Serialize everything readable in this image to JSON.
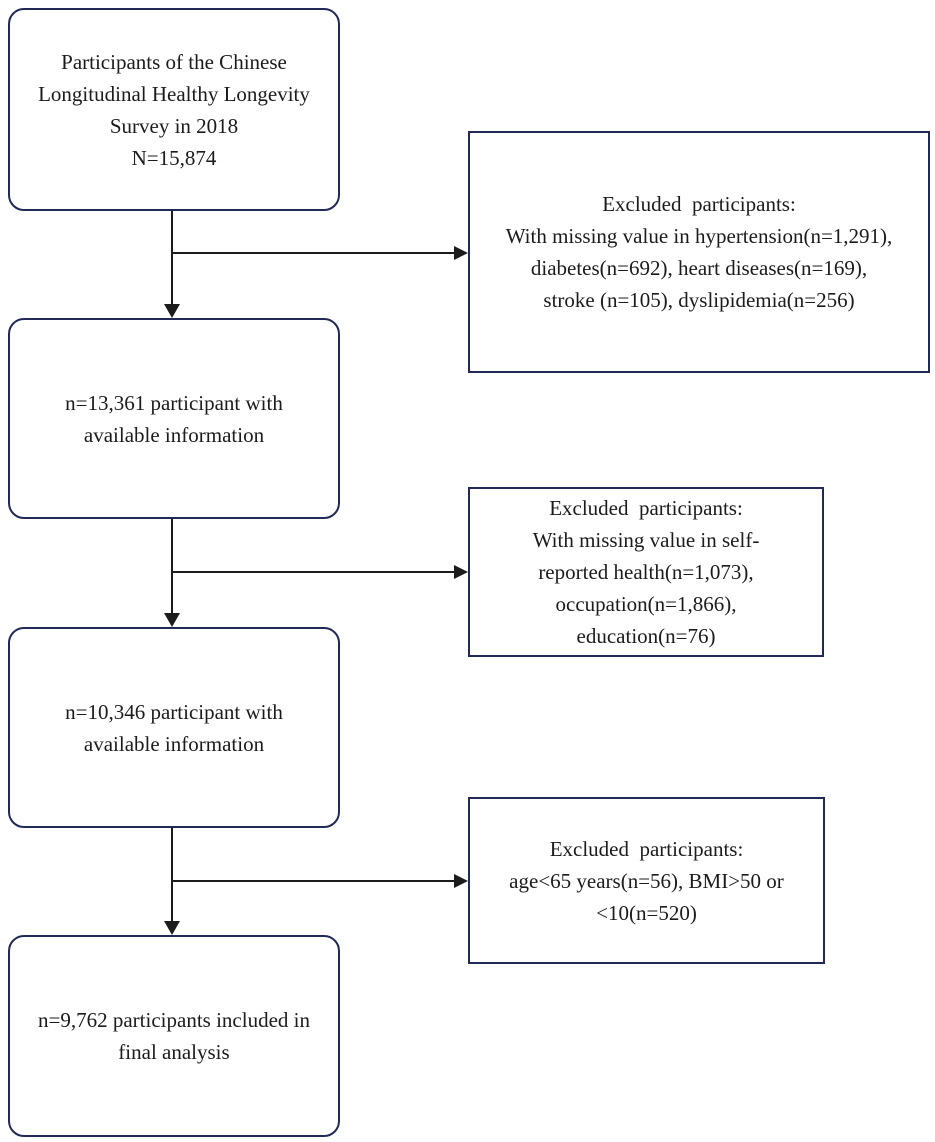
{
  "diagram": {
    "type": "flowchart",
    "border_color": "#212a56",
    "arrow_color": "#1c1c1c",
    "background_color": "#ffffff",
    "main_boxes": [
      {
        "id": "survey-2018",
        "text": "Participants of the Chinese\nLongitudinal Healthy Longevity\nSurvey in 2018\nN=15,874"
      },
      {
        "id": "after-exclusion-1",
        "text": "n=13,361 participant with\navailable information"
      },
      {
        "id": "after-exclusion-2",
        "text": "n=10,346 participant with\navailable information"
      },
      {
        "id": "final-analysis",
        "text": "n=9,762 participants included in\nfinal analysis"
      }
    ],
    "exclusion_boxes": [
      {
        "id": "exclusion-1",
        "text": "Excluded  participants:\nWith missing value in hypertension(n=1,291),\ndiabetes(n=692), heart diseases(n=169),\nstroke (n=105), dyslipidemia(n=256)"
      },
      {
        "id": "exclusion-2",
        "text": "Excluded  participants:\nWith missing value in self-\nreported health(n=1,073),\noccupation(n=1,866),\neducation(n=76)"
      },
      {
        "id": "exclusion-3",
        "text": "Excluded  participants:\nage<65 years(n=56), BMI>50 or\n<10(n=520)"
      }
    ]
  }
}
